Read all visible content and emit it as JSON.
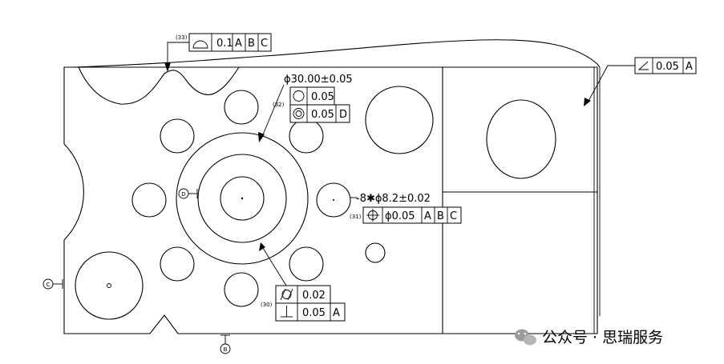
{
  "drawing": {
    "datum_labels": {
      "b": "B",
      "c": "C",
      "d": "D"
    },
    "callout_profile": {
      "ref": "(33)",
      "symbol": "profile-of-surface-icon",
      "cells": [
        "0.1",
        "A",
        "B",
        "C"
      ]
    },
    "callout_angularity": {
      "symbol": "angularity-icon",
      "cells": [
        "0.05",
        "A"
      ]
    },
    "callout_bore": {
      "ref": "(32)",
      "size": "ϕ30.00±0.05",
      "rows": [
        {
          "symbol": "circularity-icon",
          "value": "0.05",
          "datum": ""
        },
        {
          "symbol": "concentricity-icon",
          "value": "0.05",
          "datum": "D"
        }
      ]
    },
    "callout_holes": {
      "ref": "(31)",
      "size": "-8✱ϕ8.2±0.02",
      "symbol": "position-icon",
      "cells": [
        "ϕ0.05",
        "A",
        "B",
        "C"
      ]
    },
    "callout_face": {
      "ref": "(30)",
      "rows": [
        {
          "symbol": "cylindricity-icon",
          "value": "0.02",
          "datum": ""
        },
        {
          "symbol": "perpendicularity-icon",
          "value": "0.05",
          "datum": "A"
        }
      ]
    }
  },
  "watermark": {
    "icon": "wechat-icon",
    "text": "公众号 · 思瑞服务"
  }
}
